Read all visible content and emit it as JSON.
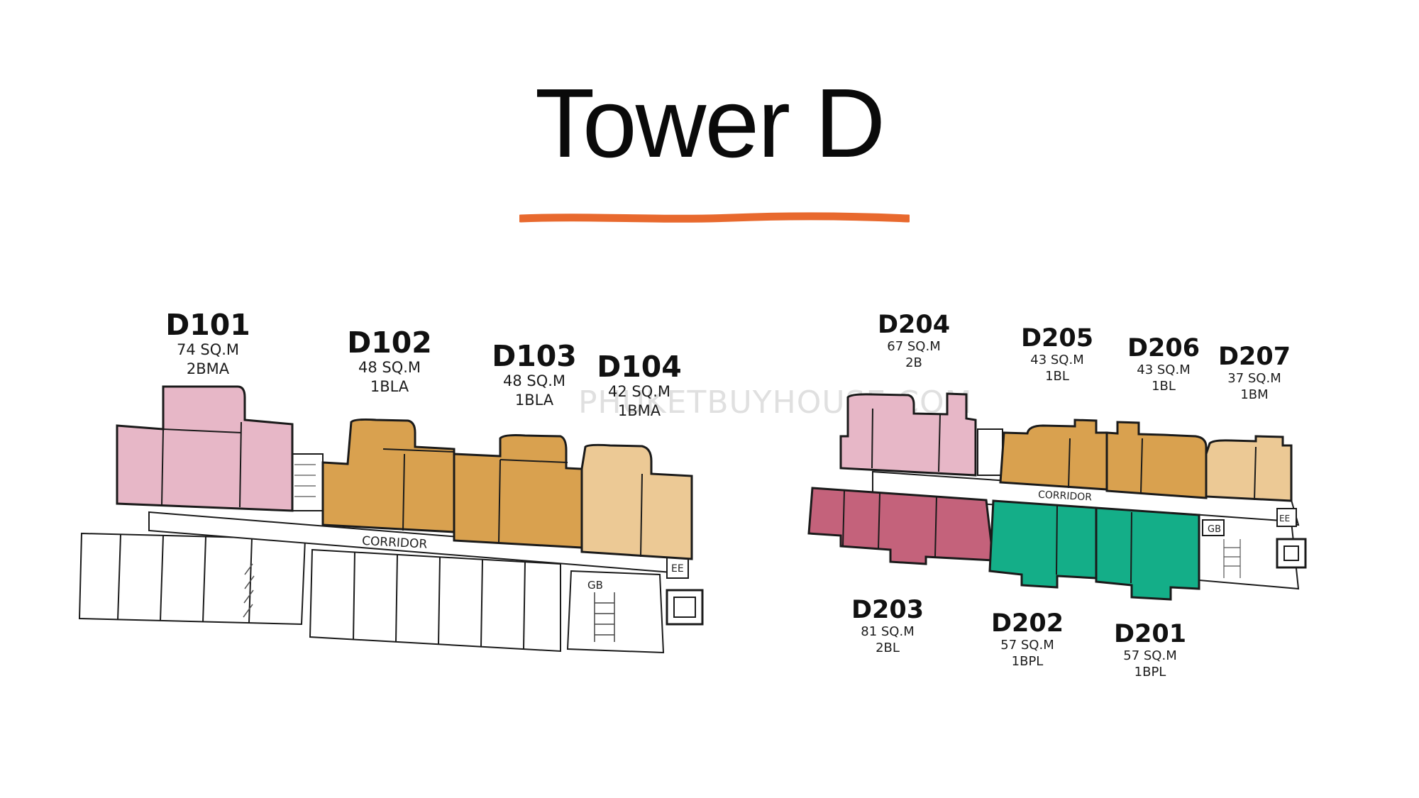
{
  "title": "Tower D",
  "colors": {
    "accent_orange": "#e8692e",
    "pink": "#e7b7c7",
    "orange_tan": "#d9a14f",
    "light_tan": "#ecc995",
    "mauve": "#c4627b",
    "green": "#14ae88"
  },
  "watermark": "PHUKETBUYHOUSE.COM",
  "left_plan": {
    "corridor_label": "CORRIDOR",
    "gb_label": "GB",
    "ee_label": "EE",
    "units": [
      {
        "code": "D101",
        "area": "74 SQ.M",
        "type": "2BMA"
      },
      {
        "code": "D102",
        "area": "48 SQ.M",
        "type": "1BLA"
      },
      {
        "code": "D103",
        "area": "48 SQ.M",
        "type": "1BLA"
      },
      {
        "code": "D104",
        "area": "42 SQ.M",
        "type": "1BMA"
      }
    ]
  },
  "right_plan": {
    "corridor_label": "CORRIDOR",
    "gb_label": "GB",
    "ee_label": "EE",
    "units": [
      {
        "code": "D204",
        "area": "67 SQ.M",
        "type": "2B"
      },
      {
        "code": "D205",
        "area": "43 SQ.M",
        "type": "1BL"
      },
      {
        "code": "D206",
        "area": "43 SQ.M",
        "type": "1BL"
      },
      {
        "code": "D207",
        "area": "37 SQ.M",
        "type": "1BM"
      },
      {
        "code": "D203",
        "area": "81 SQ.M",
        "type": "2BL"
      },
      {
        "code": "D202",
        "area": "57 SQ.M",
        "type": "1BPL"
      },
      {
        "code": "D201",
        "area": "57 SQ.M",
        "type": "1BPL"
      }
    ]
  }
}
